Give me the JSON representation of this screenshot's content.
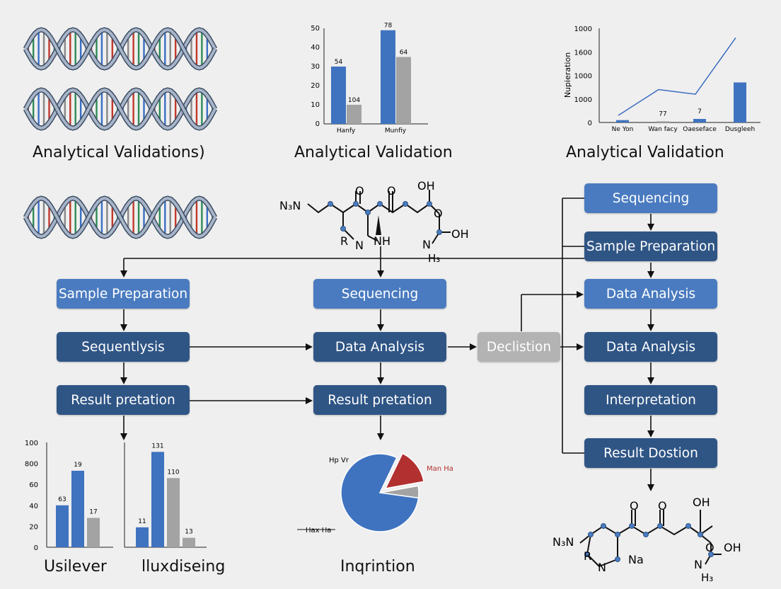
{
  "captions": {
    "top_left": "Analytical Validations)",
    "top_mid": "Analytical Validation",
    "top_right": "Analytical Validation",
    "bottom_left_a": "Usilever",
    "bottom_left_b": "lluxdiseing",
    "bottom_mid": "Inqrintion"
  },
  "flow": {
    "left": [
      "Sample Preparation",
      "Sequentlysis",
      "Result pretation"
    ],
    "middle": [
      "Sequencing",
      "Data Analysis",
      "Result pretation"
    ],
    "decision": "Declistion",
    "right": [
      "Sequencing",
      "Sample Preparation",
      "Data Analysis",
      "Data Analysis",
      "Interpretation",
      "Result Dostion"
    ]
  },
  "molecule_top": {
    "n3": "N₃N",
    "o1": "O",
    "o2": "O",
    "oh1": "OH",
    "o3": "O",
    "oh2": "OH",
    "r": "R",
    "n": "N",
    "nh": "NH",
    "nh3": "N",
    "h3": "H₃"
  },
  "molecule_bottom": {
    "n3": "N₃N",
    "o1": "O",
    "o2": "O",
    "oh1": "OH",
    "o3": "O",
    "oh2": "OH",
    "r": "R",
    "n": "N",
    "na": "Na",
    "nh3": "N",
    "h3": "H₃"
  },
  "colors": {
    "light_blue": "#4a7bc0",
    "dark_blue": "#2f5585",
    "grey": "#b3b3b3",
    "bar_blue": "#3f73c0",
    "bar_grey": "#a3a3a3",
    "pie_red": "#b23030"
  },
  "chart_data": [
    {
      "type": "bar",
      "categories": [
        "Hanfy",
        "Munfiy"
      ],
      "series": [
        {
          "values": [
            30,
            49
          ]
        },
        {
          "values": [
            10,
            35
          ]
        }
      ],
      "data_labels": [
        [
          "54",
          "104"
        ],
        [
          "78",
          "64"
        ]
      ],
      "yticks": [
        "0",
        "10",
        "20",
        "30",
        "40",
        "50"
      ],
      "ylim": [
        0,
        50
      ]
    },
    {
      "type": "bar",
      "categories": [
        "Ne Yon",
        "Wan facy",
        "Oaeseface",
        "Dusgleeh"
      ],
      "series": [
        {
          "values": [
            100,
            50,
            150,
            1700
          ]
        }
      ],
      "line_values": [
        300,
        1400,
        1200,
        3600
      ],
      "data_labels": [
        "",
        "77",
        "7",
        ""
      ],
      "yticks": [
        "0",
        "1000",
        "1000",
        "1600",
        "1000"
      ],
      "ylabel": "Nupieration",
      "ylim": [
        0,
        4000
      ]
    },
    {
      "type": "bar",
      "categories": [
        "",
        "",
        ""
      ],
      "series": [
        {
          "values": [
            40,
            73,
            28
          ]
        }
      ],
      "data_labels": [
        "63",
        "19",
        "17"
      ],
      "yticks": [
        "0",
        "20",
        "40",
        "60",
        "800",
        "100"
      ],
      "ylim": [
        0,
        100
      ]
    },
    {
      "type": "bar",
      "categories": [
        "",
        "",
        "",
        ""
      ],
      "series": [
        {
          "values": [
            19,
            91,
            66,
            9
          ]
        }
      ],
      "data_labels": [
        "11",
        "131",
        "110",
        "13"
      ],
      "ylim": [
        0,
        100
      ]
    },
    {
      "type": "pie",
      "labels": [
        "Man Ha",
        "Hp Vr",
        "Hax Ha"
      ],
      "values": [
        15,
        5,
        80
      ]
    }
  ]
}
